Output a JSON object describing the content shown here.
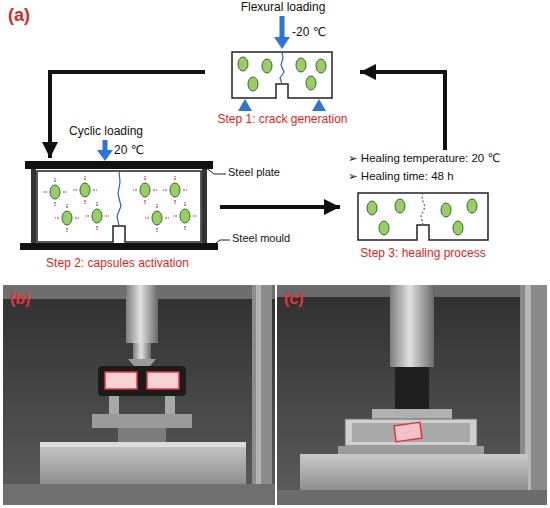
{
  "diagram": {
    "nodes": [
      {
        "text": [
          "Step 1: crack generation"
        ]
      },
      {
        "text": [
          "Step 2: capsules activation"
        ]
      },
      {
        "text": [
          "Step 3: healing process"
        ]
      }
    ],
    "edges": [
      {
        "from": 0,
        "to": 1,
        "arrow": "to"
      },
      {
        "from": 1,
        "to": 2,
        "arrow": "to"
      },
      {
        "from": 2,
        "to": 0,
        "arrow": "to"
      }
    ],
    "labels": [
      "(a)",
      "Flexural loading",
      "-20 ℃",
      "Cyclic loading",
      "20 ℃",
      "Steel plate",
      "Steel mould",
      "➢ Healing temperature: 20 ℃",
      "➢ Healing time: 48 h",
      "(b)",
      "(c)"
    ]
  }
}
